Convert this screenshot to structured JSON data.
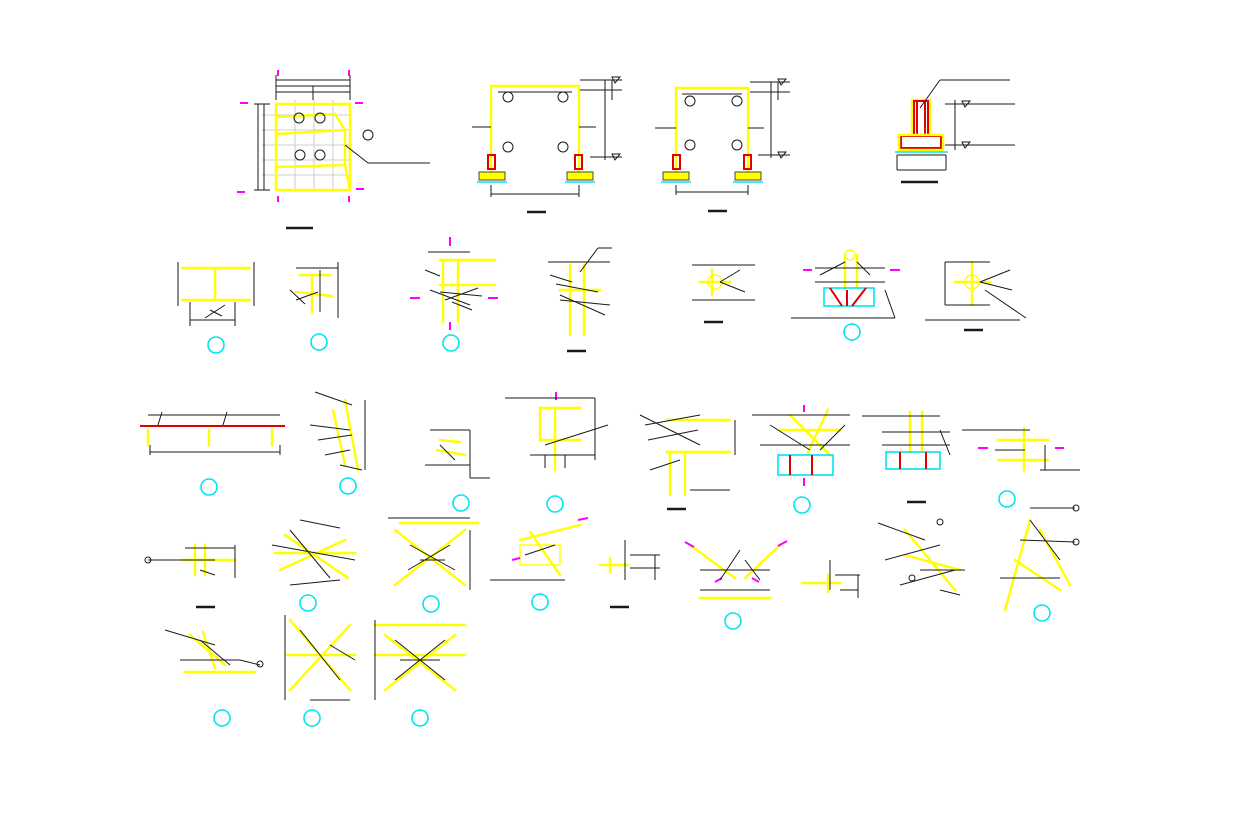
{
  "colors": {
    "background": "#ffffff",
    "linework": "#1a1a1a",
    "steel_member": "#ffff00",
    "section_cut_mark": "#ff00ff",
    "detail_marker": "#00e5ee",
    "anchor_bolt": "#e00000",
    "grid": "#bfbfbf"
  },
  "drawing": {
    "sheet_type": "steel connection detail sheet",
    "visible_text": [],
    "rows": [
      {
        "row": 1,
        "details": [
          "column-base-elevation",
          "portal-frame-a",
          "portal-frame-b",
          "pedestal-section"
        ]
      },
      {
        "row": 2,
        "details": [
          "beam-column-joint-1",
          "beam-column-joint-2",
          "knee-joint",
          "splice-joint",
          "pipe-joint",
          "truss-base",
          "cross-joint"
        ]
      },
      {
        "row": 3,
        "details": [
          "purlin-line",
          "bracing-node-1",
          "gusset-1",
          "column-cap",
          "column-splice",
          "base-truss",
          "base-plate",
          "end-plate"
        ]
      },
      {
        "row": 4,
        "details": [
          "column-base-2",
          "x-brace-node-1",
          "x-brace-node-2",
          "skew-node",
          "tee-node",
          "apex-node",
          "small-node",
          "k-node-1",
          "k-node-2"
        ]
      },
      {
        "row": 5,
        "details": [
          "diagonal-node",
          "x-brace-node-3",
          "x-brace-node-4"
        ]
      }
    ]
  }
}
